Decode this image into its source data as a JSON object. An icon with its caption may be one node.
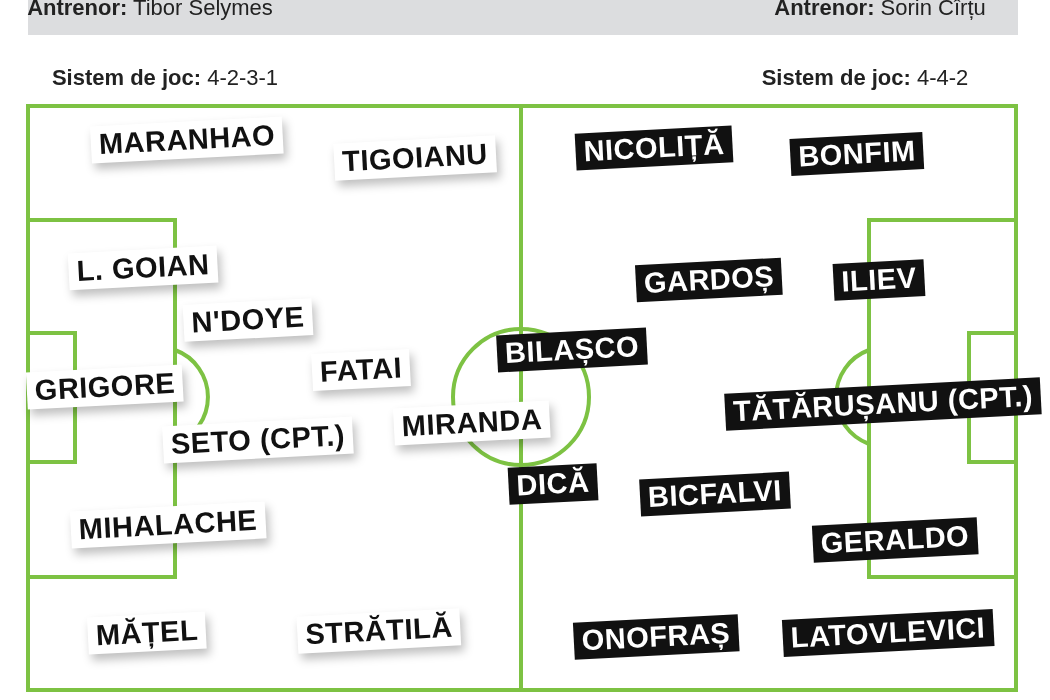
{
  "diagram": {
    "labels": [
      "**Antrenor:** Tibor Selymes",
      "**Antrenor:** Sorin Cîrțu",
      "**Sistem de joc:** 4-2-3-1",
      "**Sistem de joc:** 4-4-2",
      "MARANHAO",
      "TIGOIANU",
      "L. GOIAN",
      "N'DOYE",
      "FATAI",
      "GRIGORE",
      "SETO (CPT.)",
      "MIRANDA",
      "MIHALACHE",
      "MĂȚEL",
      "STRĂTILĂ",
      "NICOLIȚĂ",
      "BONFIM",
      "GARDOȘ",
      "ILIEV",
      "BILAȘCO",
      "TĂTĂRUȘANU (CPT.)",
      "DICĂ",
      "BICFALVI",
      "GERALDO",
      "ONOFRAȘ",
      "LATOVLEVICI"
    ]
  }
}
